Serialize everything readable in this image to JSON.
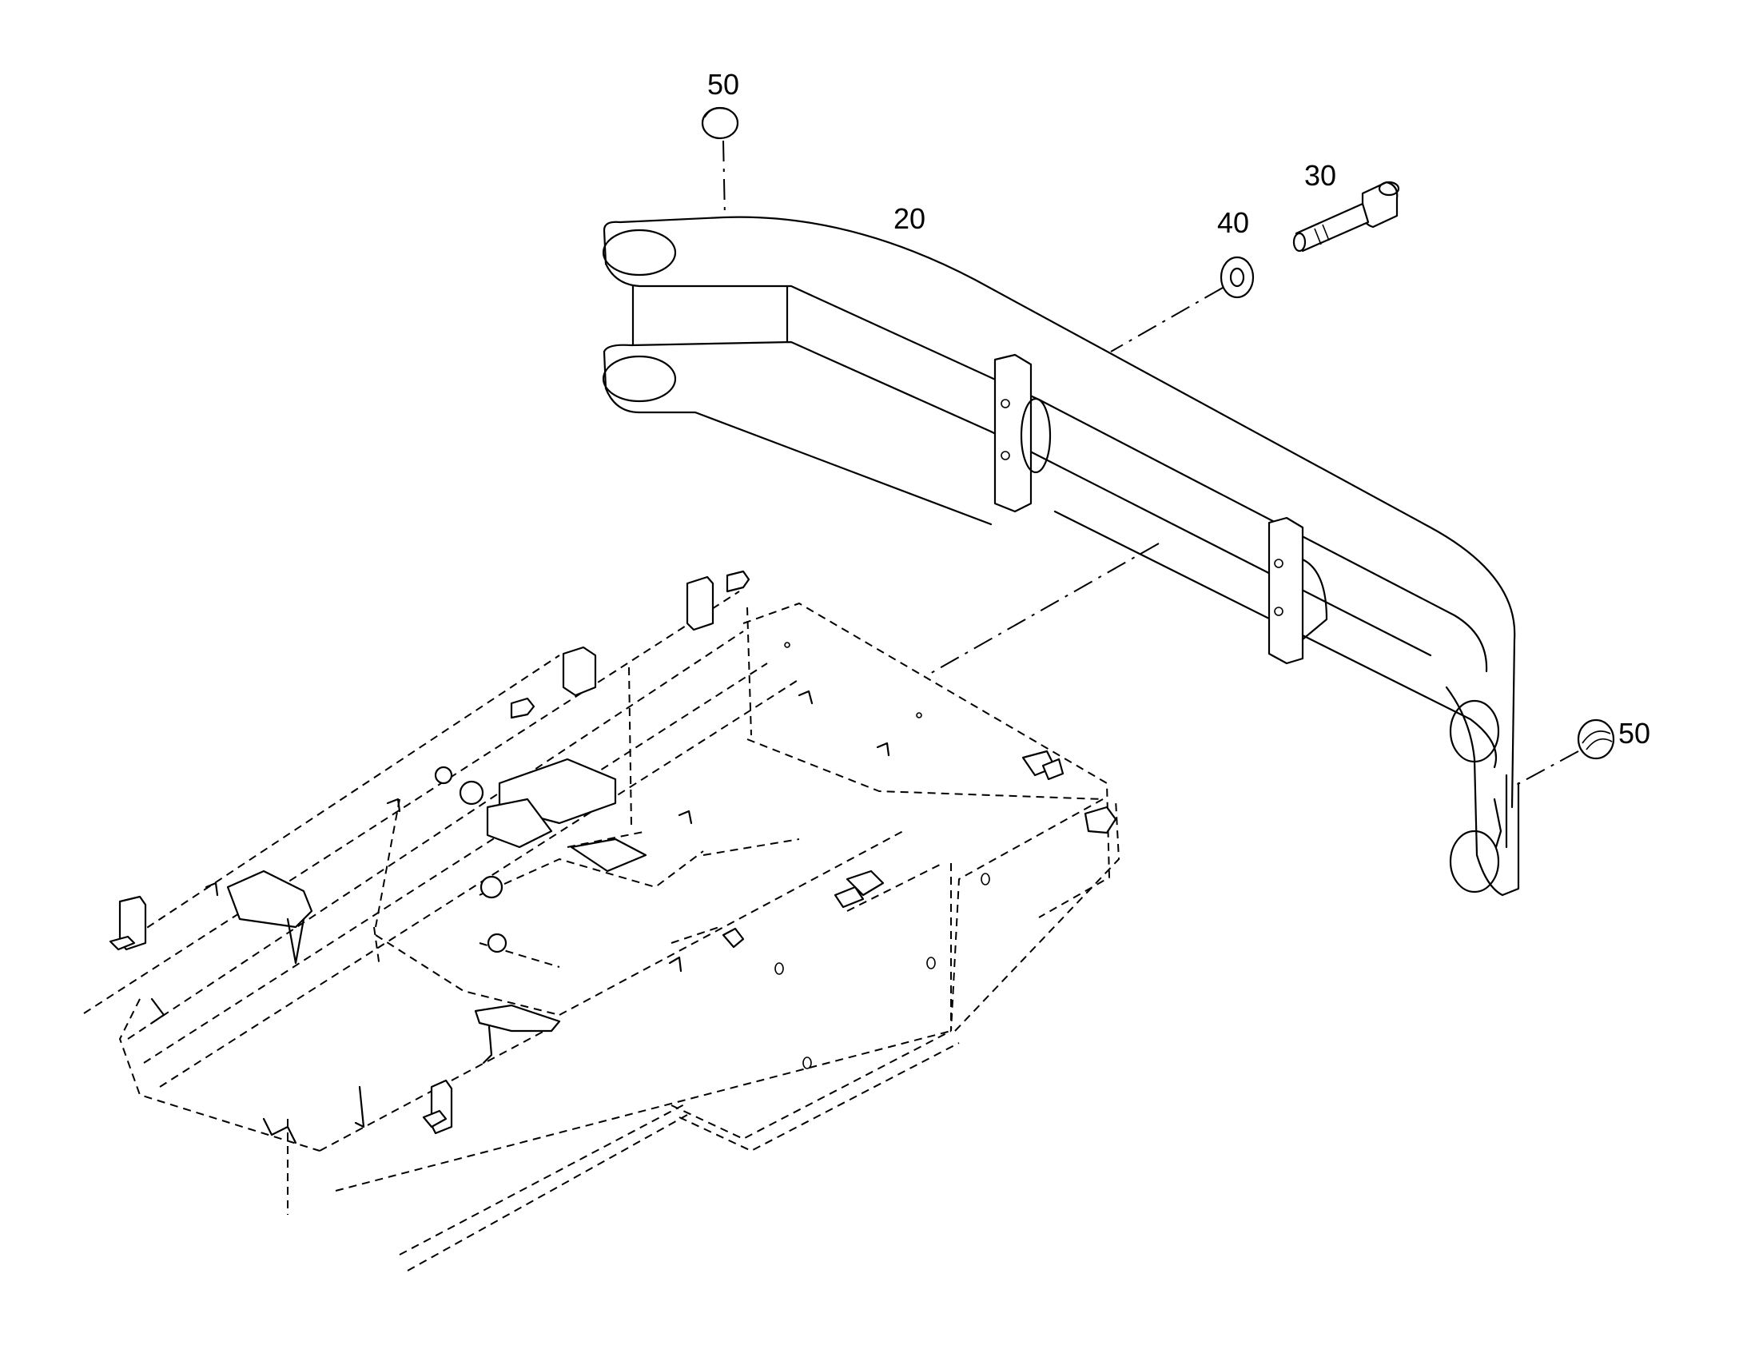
{
  "diagram": {
    "callouts": {
      "cap_top": "50",
      "boom_frame": "20",
      "bolt": "30",
      "washer": "40",
      "cap_right": "50"
    }
  }
}
